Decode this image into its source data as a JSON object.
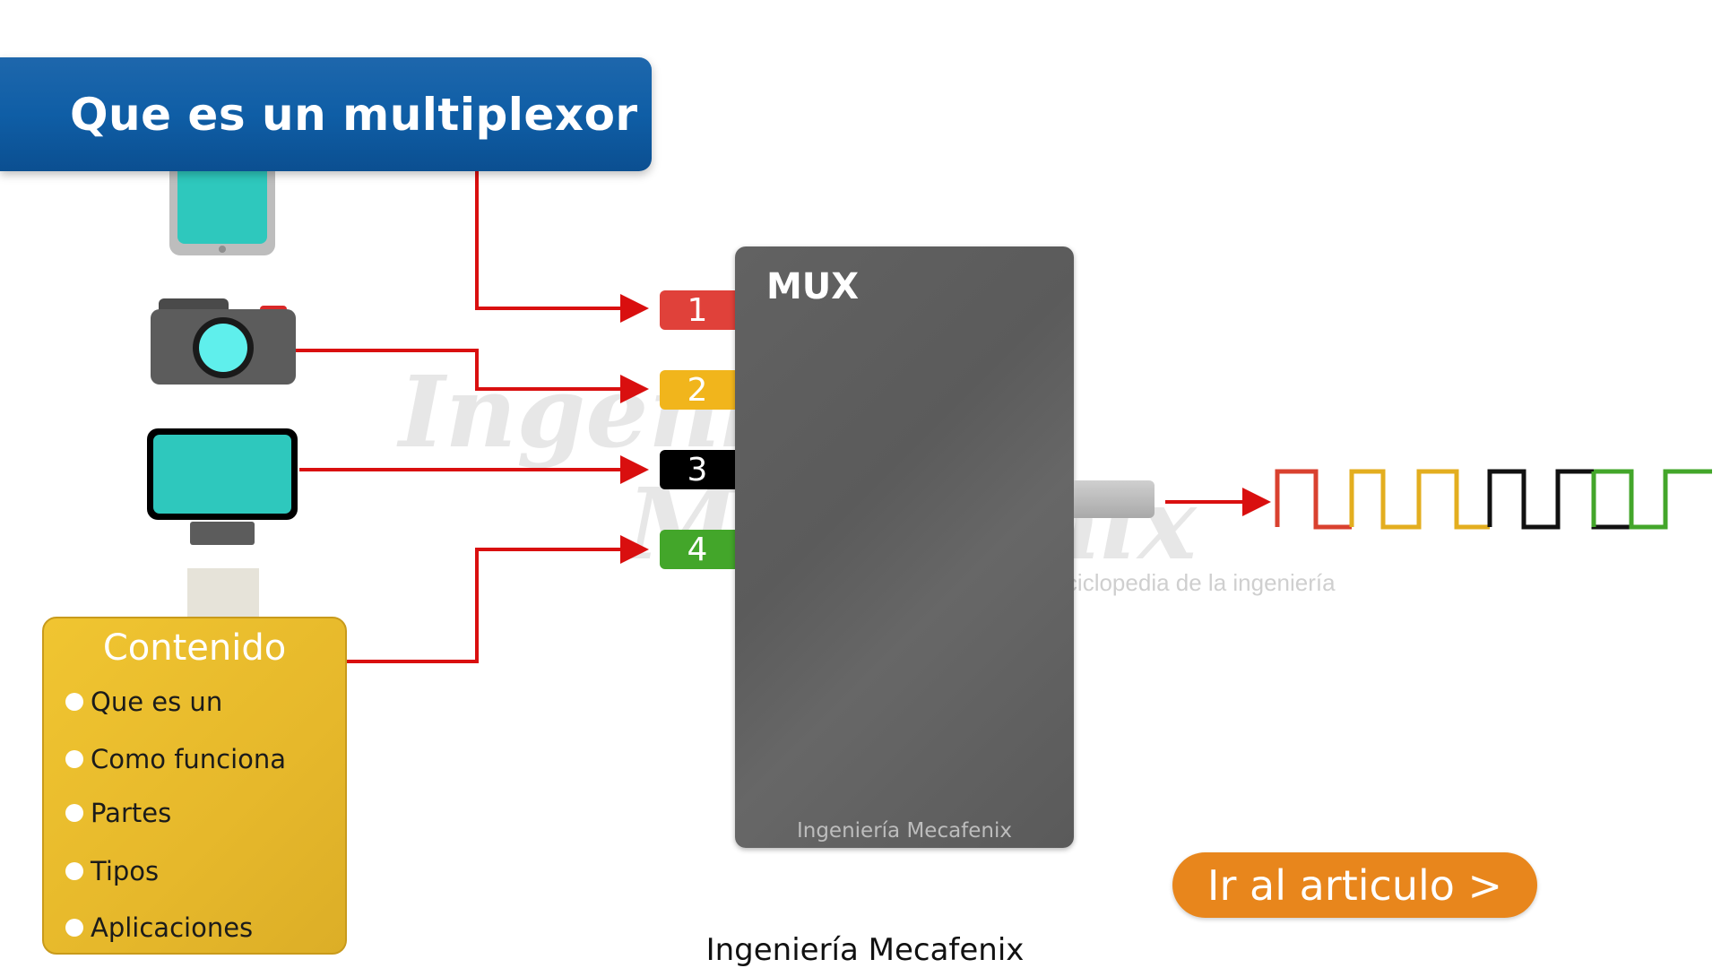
{
  "title": "Que es un multiplexor",
  "mux": {
    "label": "MUX",
    "footer": "Ingeniería Mecafenix"
  },
  "inputs": [
    {
      "number": "1",
      "color": "#e0413a"
    },
    {
      "number": "2",
      "color": "#f1b51c"
    },
    {
      "number": "3",
      "color": "#000000"
    },
    {
      "number": "4",
      "color": "#43a62a"
    }
  ],
  "devices": [
    "tablet-icon",
    "camera-icon",
    "monitor-icon",
    "contenido-panel"
  ],
  "watermark": {
    "line1": "Ingeniería",
    "line2": "Mecafenix",
    "tagline": "enciclopedia de la ingeniería"
  },
  "contenido": {
    "title": "Contenido",
    "items": [
      "Que es un",
      "Como funciona",
      "Partes",
      "Tipos",
      "Aplicaciones"
    ]
  },
  "cta": {
    "label": "Ir al articulo >"
  },
  "footer": "Ingeniería Mecafenix",
  "colors": {
    "wire": "#d90f0f",
    "banner": "#0f5ea6",
    "mux": "#5f5f5f",
    "cta": "#e8861c",
    "panel": "#e8b92b"
  }
}
